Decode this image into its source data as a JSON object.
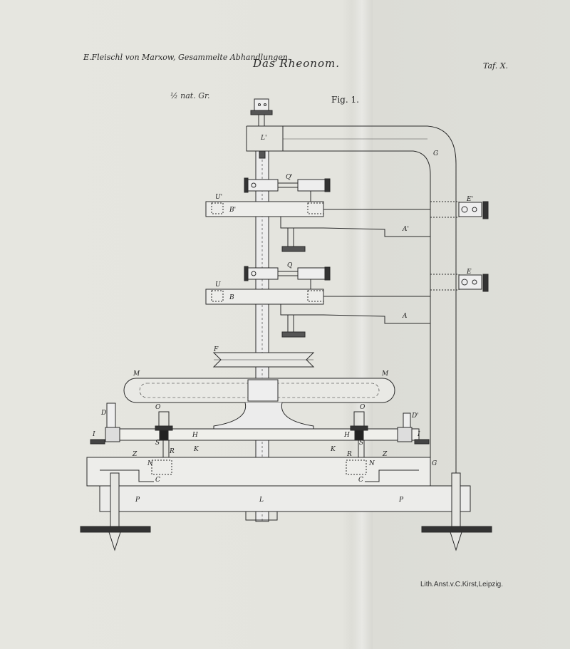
{
  "header": {
    "left": "E.Fleischl von Marxow, Gesammelte Abhandlungen.",
    "center": "Das Rheonom.",
    "right": "Taf. X."
  },
  "scale": "½ nat. Gr.",
  "figure_label": "Fig. 1.",
  "credit": "Lith.Anst.v.C.Kirst,Leipzig.",
  "parts": {
    "L_upper": "L'",
    "G_top": "G",
    "Q_upper": "Q'",
    "U_upper": "U'",
    "B_upper": "B'",
    "E_upper": "E'",
    "A_upper": "A'",
    "Q_lower": "Q",
    "U_lower": "U",
    "B_lower": "B",
    "E_lower": "E",
    "A_lower": "A",
    "F": "F",
    "M_left": "M",
    "M_right": "M",
    "D_left": "D",
    "D_right": "D'",
    "O_left": "O",
    "O_right": "O",
    "I_left": "I",
    "I_right": "I",
    "S_left": "S",
    "S_right": "S",
    "R_left": "R",
    "R_right": "R",
    "H_left": "H",
    "H_right": "H",
    "K_left": "K",
    "K_right": "K",
    "Z_left": "Z",
    "Z_right": "Z",
    "N_left": "N",
    "N_right": "N",
    "C_left": "C",
    "C_right": "C",
    "G_bottom": "G",
    "P_left": "P",
    "P_right": "P",
    "L_lower": "L"
  }
}
